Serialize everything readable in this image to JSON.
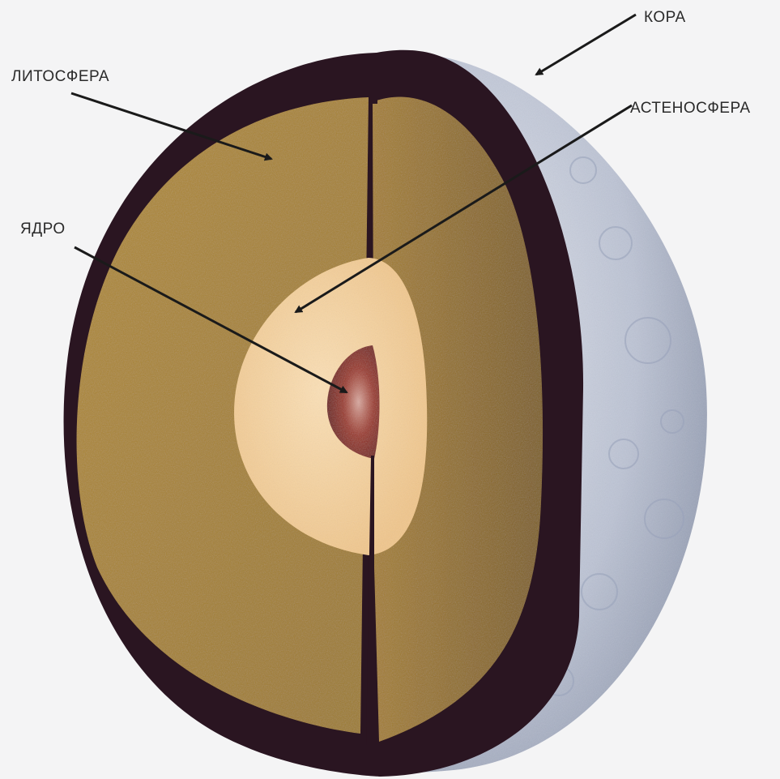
{
  "labels": {
    "crust": "КОРА",
    "lithosphere": "ЛИТОСФЕРА",
    "asthenosphere": "АСТЕНОСФЕРА",
    "core": "ЯДРО"
  },
  "colors": {
    "background": "#f4f4f5",
    "crust_surface": "#c3c9d8",
    "dark_shell": "#2a1521",
    "lithosphere": "#a6822f",
    "asthenosphere": "#f6d29e",
    "core": "#8c2a1c",
    "arrow": "#1a1a1a"
  }
}
